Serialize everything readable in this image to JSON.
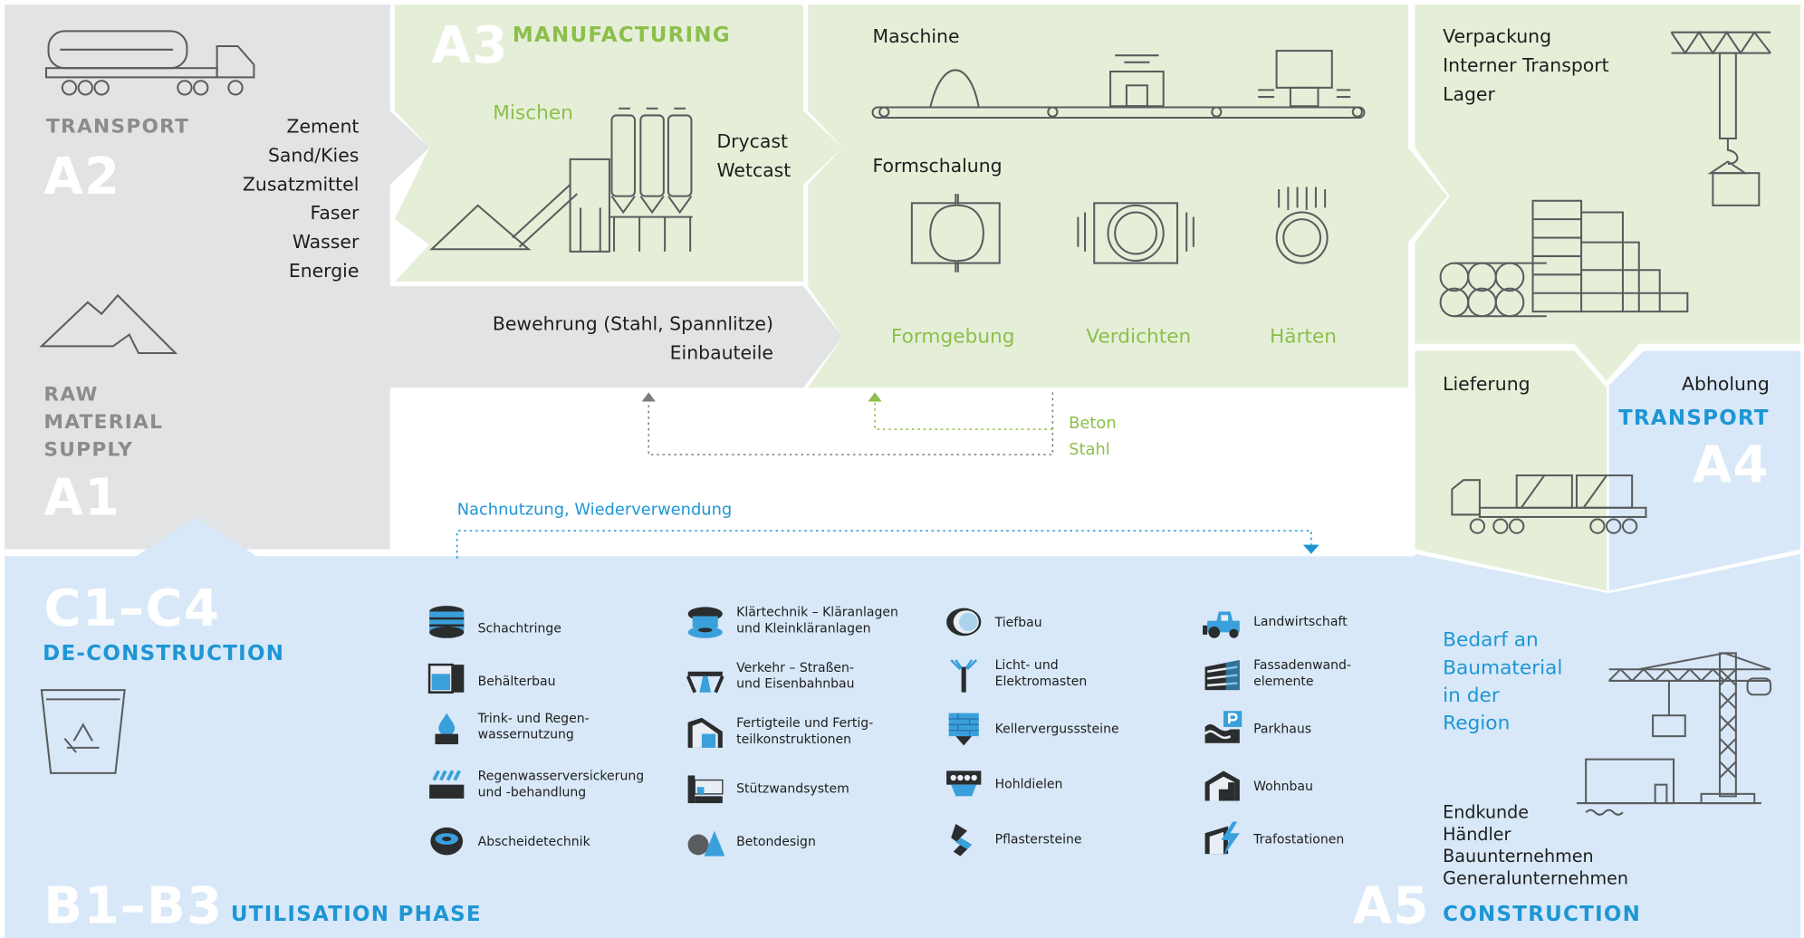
{
  "colors": {
    "gray_panel": "#e2e3e4",
    "green_panel": "#e5efd8",
    "blue_panel": "#d8e8f8",
    "light_blue_panel": "#cfe3f6",
    "gray_text": "#8a8c8e",
    "green_accent": "#8cbf4b",
    "blue_accent": "#1e96d4",
    "line_art": "#5a5c5e"
  },
  "stages": {
    "a1": {
      "code": "A1",
      "title_lines": [
        "RAW",
        "MATERIAL",
        "SUPPLY"
      ]
    },
    "a2": {
      "code": "A2",
      "title": "TRANSPORT",
      "materials": [
        "Zement",
        "Sand/Kies",
        "Zusatzmittel",
        "Faser",
        "Wasser",
        "Energie"
      ]
    },
    "a3": {
      "code": "A3",
      "title": "MANUFACTURING",
      "mix_label": "Mischen",
      "cast_types": [
        "Drycast",
        "Wetcast"
      ],
      "reinforcement": [
        "Bewehrung (Stahl, Spannlitze)",
        "Einbauteile"
      ],
      "machine_label": "Maschine",
      "formwork_label": "Formschalung",
      "steps": [
        "Formgebung",
        "Verdichten",
        "Härten"
      ],
      "recycle_labels": [
        "Beton",
        "Stahl"
      ],
      "storage": [
        "Verpackung",
        "Interner Transport",
        "Lager"
      ]
    },
    "a4": {
      "code": "A4",
      "title": "TRANSPORT",
      "delivery": "Lieferung",
      "pickup": "Abholung"
    },
    "a5": {
      "code": "A5",
      "title": "CONSTRUCTION",
      "demand_lines": [
        "Bedarf an",
        "Baumaterial",
        "in der",
        "Region"
      ],
      "customers": [
        "Endkunde",
        "Händler",
        "Bauunternehmen",
        "Generalunternehmen"
      ]
    },
    "b": {
      "code": "B1–B3",
      "title": "UTILISATION PHASE"
    },
    "c": {
      "code": "C1–C4",
      "title": "DE-CONSTRUCTION"
    }
  },
  "reuse_label": "Nachnutzung, Wiederverwendung",
  "applications": [
    [
      {
        "label": "Schachtringe",
        "icon": "shaft-ring-icon"
      },
      {
        "label": "Behälterbau",
        "icon": "container-icon"
      },
      {
        "label": "Trink- und Regen-\nwassernutzung",
        "icon": "water-drop-icon"
      },
      {
        "label": "Regenwasserversickerung\nund -behandlung",
        "icon": "rain-infiltration-icon"
      },
      {
        "label": "Abscheidetechnik",
        "icon": "separator-icon"
      }
    ],
    [
      {
        "label": "Klärtechnik – Kläranlagen\nund Kleinkläranlagen",
        "icon": "sewage-plant-icon"
      },
      {
        "label": "Verkehr – Straßen-\nund Eisenbahnbau",
        "icon": "road-icon"
      },
      {
        "label": "Fertigteile und Fertig-\nteilkonstruktionen",
        "icon": "precast-icon"
      },
      {
        "label": "Stützwandsystem",
        "icon": "retaining-wall-icon"
      },
      {
        "label": "Betondesign",
        "icon": "concrete-design-icon"
      }
    ],
    [
      {
        "label": "Tiefbau",
        "icon": "pipe-icon"
      },
      {
        "label": "Licht- und\nElektromasten",
        "icon": "mast-icon"
      },
      {
        "label": "Kellervergusssteine",
        "icon": "basement-block-icon"
      },
      {
        "label": "Hohldielen",
        "icon": "hollow-slab-icon"
      },
      {
        "label": "Pflastersteine",
        "icon": "paver-icon"
      }
    ],
    [
      {
        "label": "Landwirtschaft",
        "icon": "tractor-icon"
      },
      {
        "label": "Fassadenwand-\nelemente",
        "icon": "facade-icon"
      },
      {
        "label": "Parkhaus",
        "icon": "parking-icon"
      },
      {
        "label": "Wohnbau",
        "icon": "house-icon"
      },
      {
        "label": "Trafostationen",
        "icon": "lightning-icon"
      }
    ]
  ]
}
